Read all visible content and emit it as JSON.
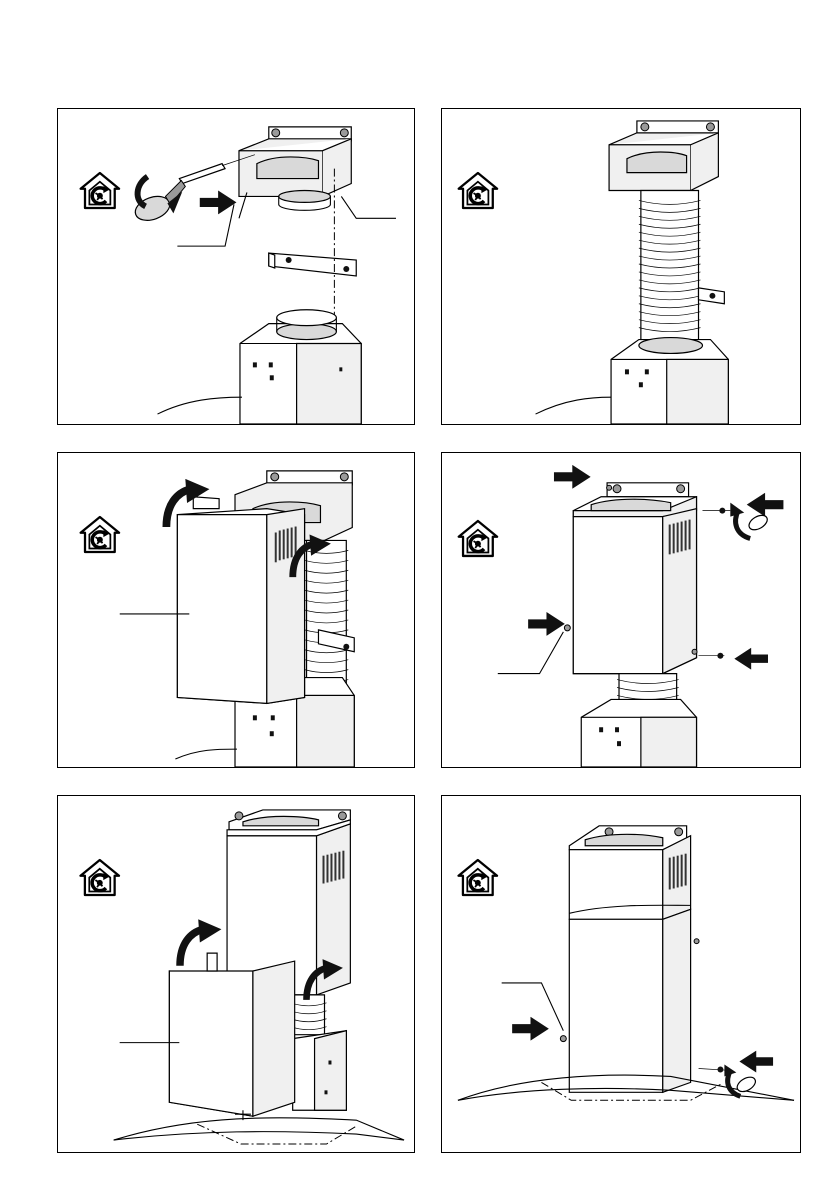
{
  "page": {
    "panels": [
      {
        "id": "step-1",
        "icon": "recirculation-house-icon"
      },
      {
        "id": "step-2",
        "icon": "recirculation-house-icon"
      },
      {
        "id": "step-3",
        "icon": "recirculation-house-icon"
      },
      {
        "id": "step-4",
        "icon": "recirculation-house-icon"
      },
      {
        "id": "step-5",
        "icon": "recirculation-house-icon"
      },
      {
        "id": "step-6",
        "icon": "recirculation-house-icon"
      }
    ],
    "colors": {
      "line": "#000000",
      "background": "#ffffff"
    }
  }
}
